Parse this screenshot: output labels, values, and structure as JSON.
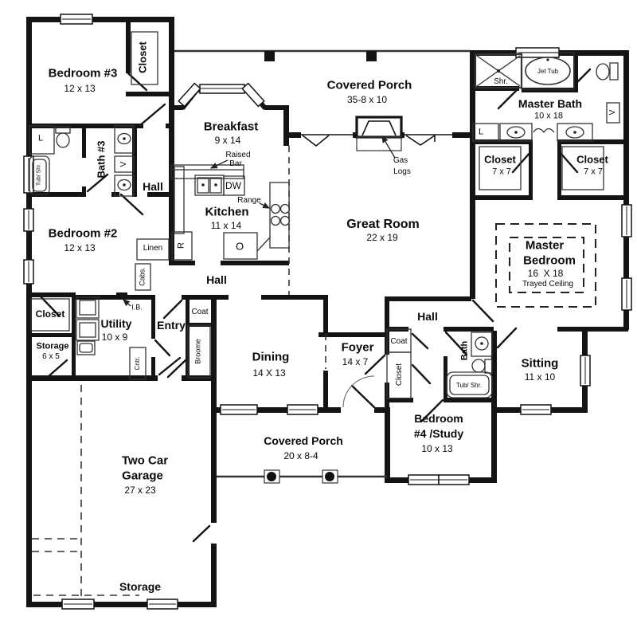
{
  "rooms": {
    "bedroom3": {
      "name": "Bedroom #3",
      "dims": "12 x 13"
    },
    "bedroom2": {
      "name": "Bedroom #2",
      "dims": "12 x 13"
    },
    "bath3": {
      "name": "Bath #3"
    },
    "hall_left": {
      "name": "Hall"
    },
    "hall_center": {
      "name": "Hall"
    },
    "hall_right": {
      "name": "Hall"
    },
    "breakfast": {
      "name": "Breakfast",
      "dims": "9 x 14"
    },
    "kitchen": {
      "name": "Kitchen",
      "dims": "11 x 14"
    },
    "porch_top": {
      "name": "Covered Porch",
      "dims": "35-8 x 10"
    },
    "great_room": {
      "name": "Great Room",
      "dims": "22 x 19"
    },
    "master_bath": {
      "name": "Master Bath",
      "dims": "10 x 18"
    },
    "closet_master_left": {
      "name": "Closet",
      "dims": "7 x 7"
    },
    "closet_master_right": {
      "name": "Closet",
      "dims": "7 x 7"
    },
    "master_bedroom": {
      "name_line1": "Master",
      "name_line2": "Bedroom",
      "dims": "16  X 18",
      "note": "Trayed Ceiling"
    },
    "closet_hall": {
      "name": "Closet"
    },
    "storage_left": {
      "name": "Storage",
      "dims": "6 x 5"
    },
    "utility": {
      "name": "Utility",
      "dims": "10 x 9"
    },
    "entry": {
      "name": "Entry"
    },
    "dining": {
      "name": "Dining",
      "dims": "14 X 13"
    },
    "foyer": {
      "name": "Foyer",
      "dims": "14 x 7"
    },
    "sitting": {
      "name": "Sitting",
      "dims": "11 x 10"
    },
    "bath4": {
      "name": "Bath"
    },
    "bedroom4": {
      "name_line1": "Bedroom",
      "name_line2": "#4 /Study",
      "dims": "10 x 13"
    },
    "porch_bottom": {
      "name": "Covered Porch",
      "dims": "20 x 8-4"
    },
    "garage": {
      "name_line1": "Two Car",
      "name_line2": "Garage",
      "dims": "27 x 23"
    },
    "storage_garage": {
      "name": "Storage"
    }
  },
  "fixtures": {
    "closet_bedroom3": "Closet",
    "linen_bath3": "L",
    "tub_shower_bath3": "Tub/ Shr.",
    "vanity_bath3": "V",
    "linen_hall": "Linen",
    "refrigerator": "R",
    "cabinets": "Cabs.",
    "dishwasher": "DW",
    "oven": "O",
    "shower_master": "Shr.",
    "jet_tub": "Jet Tub",
    "linen_master": "L",
    "vanity_master": "V",
    "coat_entry": "Coat",
    "broom_closet": "Broome",
    "counter": "Cntr.",
    "coat_foyer": "Coat",
    "closet_foyer": "Closet",
    "tub_shower_bath4": "Tub/ Shr."
  },
  "annotations": {
    "raised_bar_line1": "Raised",
    "raised_bar_line2": "Bar",
    "range": "Range",
    "ironing_board": "I.B.",
    "gas_logs_line1": "Gas",
    "gas_logs_line2": "Logs"
  },
  "colors": {
    "wall": "#141414",
    "thin_line": "#333333",
    "text": "#0a0a0a",
    "background": "#ffffff"
  }
}
